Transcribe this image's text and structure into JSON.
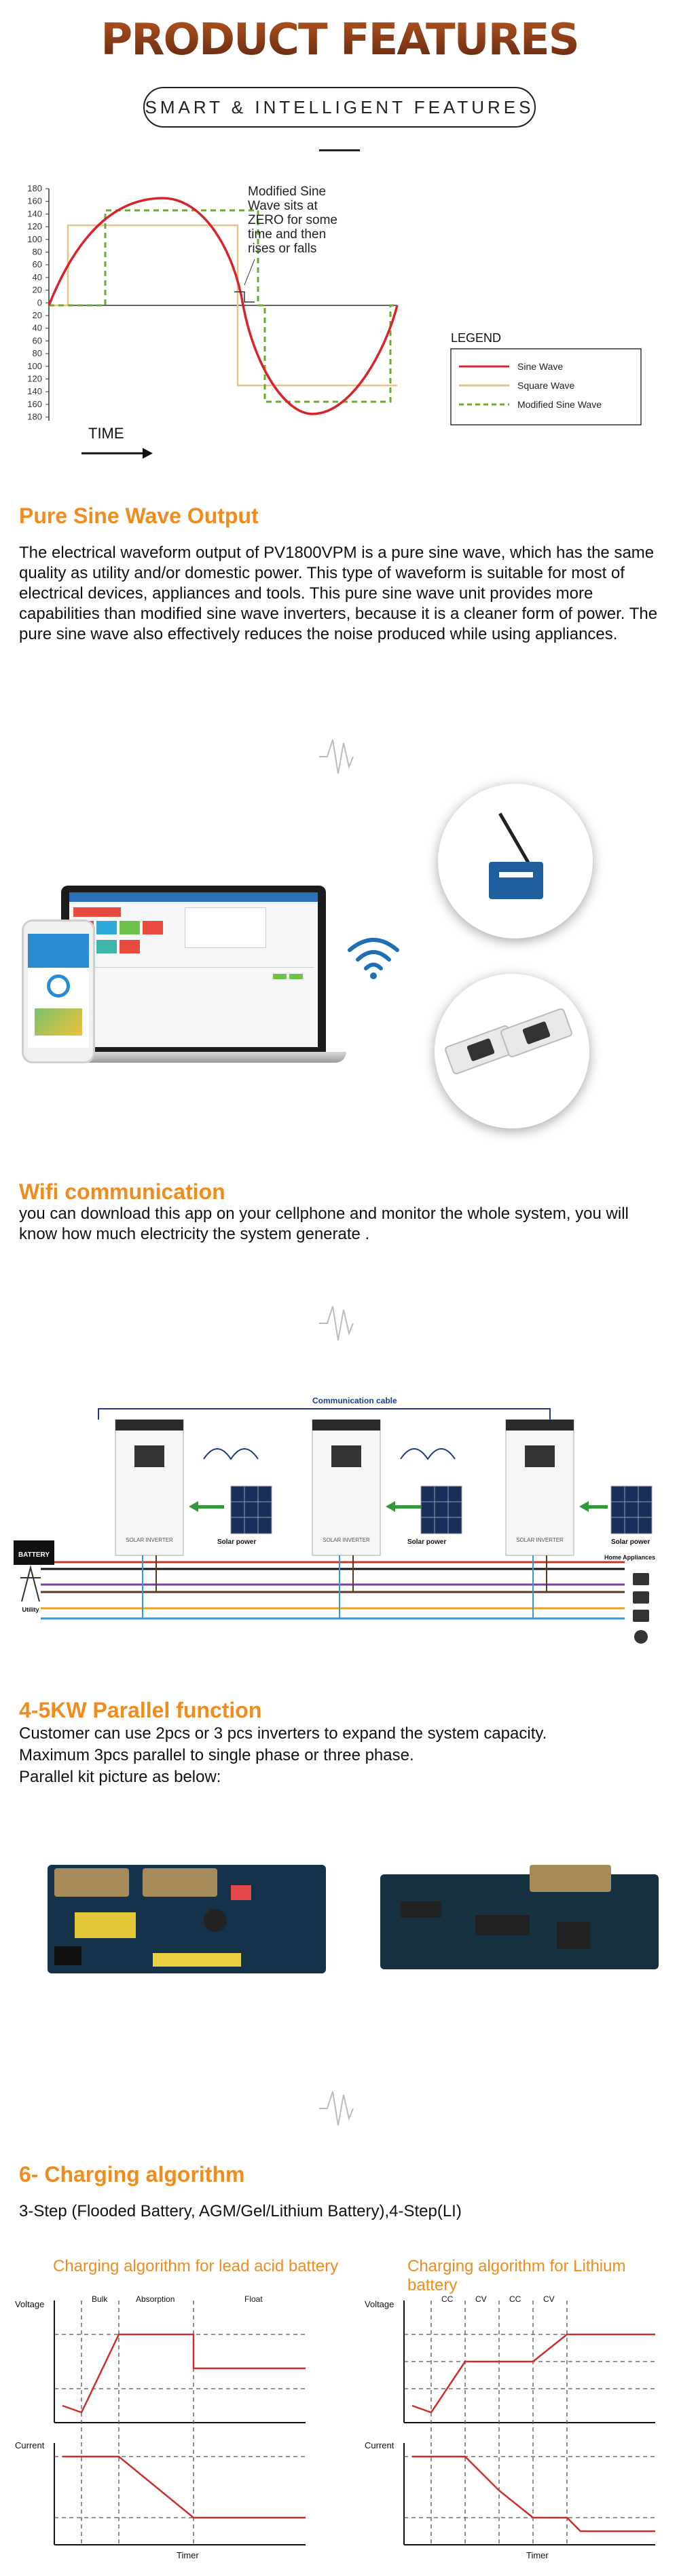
{
  "header": {
    "title": "PRODUCT FEATURES",
    "subtitle": "SMART & INTELLIGENT FEATURES"
  },
  "waveform": {
    "y_ticks": [
      "180",
      "160",
      "140",
      "120",
      "100",
      "80",
      "60",
      "40",
      "20",
      "0",
      "20",
      "40",
      "60",
      "80",
      "100",
      "120",
      "140",
      "160",
      "180"
    ],
    "annotation": [
      "Modified Sine",
      "Wave sits at",
      "ZERO for some",
      "time and then",
      "rises or falls"
    ],
    "time_label": "TIME",
    "legend_title": "LEGEND",
    "legend": [
      {
        "label": "Sine Wave",
        "color": "#d8232a"
      },
      {
        "label": "Square Wave",
        "color": "#e6c489"
      },
      {
        "label": "Modified Sine Wave",
        "color": "#6aab2e"
      }
    ]
  },
  "sine_section": {
    "heading": "Pure Sine Wave Output",
    "body": "The electrical waveform output of PV1800VPM is a pure sine wave, which has the same quality as utility and/or domestic power. This type of waveform is suitable for most of electrical devices, appliances and tools. This pure sine wave unit provides more capabilities than modified sine wave inverters, because it is a cleaner form of power. The pure sine wave also effectively reduces the noise produced while using appliances."
  },
  "wifi_section": {
    "heading": "Wifi communication",
    "body": "you can download this app on your cellphone and monitor the whole system, you will know how much electricity the system generate ."
  },
  "parallel_diagram": {
    "cable_label": "Communication cable",
    "battery_label": "BATTERY",
    "utility_label": "Utility",
    "solar_label": "Solar power",
    "home_label": "Home Appliances",
    "inverter_caption": "SOLAR INVERTER"
  },
  "parallel_section": {
    "heading": "4-5KW Parallel function",
    "lines": [
      "Customer can use 2pcs or 3 pcs inverters to expand the system capacity.",
      "Maximum 3pcs parallel to single phase or three phase.",
      "Parallel kit picture as below:"
    ]
  },
  "charging_section": {
    "heading": "6- Charging algorithm",
    "body": "3-Step (Flooded Battery, AGM/Gel/Lithium Battery),4-Step(LI)"
  },
  "charging_charts": [
    {
      "title": "Charging algorithm for lead acid battery",
      "stages": [
        "Bulk",
        "Absorption",
        "Float"
      ],
      "y_top": "Voltage",
      "y_bottom": "Current",
      "x_label": "Timer"
    },
    {
      "title": "Charging algorithm for Lithium battery",
      "stages": [
        "CC",
        "CV",
        "CC",
        "CV"
      ],
      "y_top": "Voltage",
      "y_bottom": "Current",
      "x_label": "Timer"
    }
  ]
}
